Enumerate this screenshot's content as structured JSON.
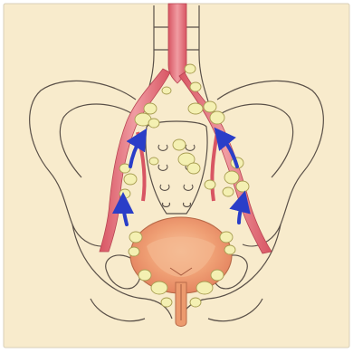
{
  "figure": {
    "description_colors": {
      "background": "#f8ebcc",
      "outline": "#5a5048",
      "vessel": "#de6670",
      "vessel_light": "#f0a4a6",
      "node": "#f4f0b2",
      "node_edge": "#a89e52",
      "arrow": "#2a3ec8",
      "bladder": "#ec9a6e",
      "bladder_inner": "#f3b890"
    },
    "arrows": [
      {
        "name": "left-upper-arrow",
        "direction": "up"
      },
      {
        "name": "left-lower-arrow",
        "direction": "up"
      },
      {
        "name": "right-upper-arrow",
        "direction": "up"
      },
      {
        "name": "right-lower-arrow",
        "direction": "up"
      }
    ]
  }
}
